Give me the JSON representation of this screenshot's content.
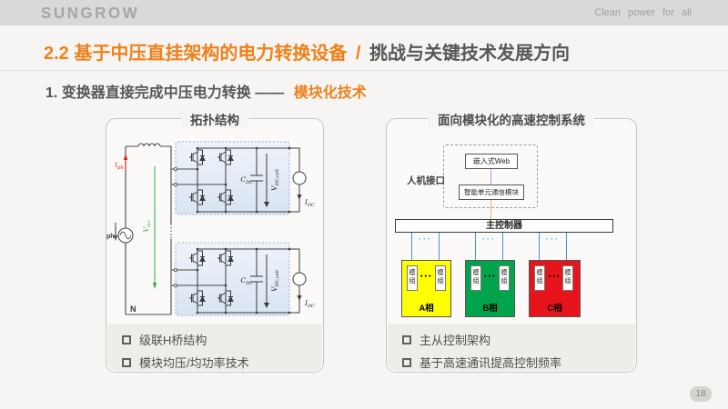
{
  "header": {
    "logo": "SUNGROW",
    "tagline": "Clean power for all"
  },
  "title": {
    "orange": "2.2 基于中压直挂架构的电力转换设备",
    "slash": "/",
    "gray": "挑战与关键技术发展方向"
  },
  "subtitle": {
    "gray": "1. 变换器直接完成中压电力转换 ——",
    "orange": "模块化技术"
  },
  "left_panel": {
    "title": "拓扑结构",
    "circuit_labels": {
      "i_ph": {
        "m": "i",
        "s": "ph"
      },
      "v_inv": {
        "m": "V",
        "s": "inv"
      },
      "ph": "ph",
      "n": "N",
      "c_dc": {
        "m": "C",
        "s": "DC"
      },
      "v_cell": {
        "m": "V",
        "s": "DC,cell"
      },
      "i_dc": {
        "m": "I",
        "s": "DC"
      }
    },
    "bullets": [
      "级联H桥结构",
      "模块均压/均功率技术"
    ]
  },
  "right_panel": {
    "title": "面向模块化的高速控制系统",
    "diagram": {
      "hmi_label": "人机接口",
      "embedded_web": "嵌入式Web",
      "smart_comm": "智能单元通信模块",
      "main_controller": "主控制器",
      "module_label": "模组",
      "blue_dots": "···",
      "black_dots": "●●●",
      "phases": [
        {
          "label": "A相",
          "color": "#ffff00"
        },
        {
          "label": "B相",
          "color": "#00a44a"
        },
        {
          "label": "C相",
          "color": "#e8141c"
        }
      ]
    },
    "bullets": [
      "主从控制架构",
      "基于高速通讯提高控制频率"
    ]
  },
  "page_number": "18",
  "colors": {
    "accent": "#f0801a",
    "header_bar": "#d9d9d9",
    "line_blue": "#4a90d0",
    "line_purple": "#b39bd8",
    "line_orange": "#f2ae7e"
  }
}
